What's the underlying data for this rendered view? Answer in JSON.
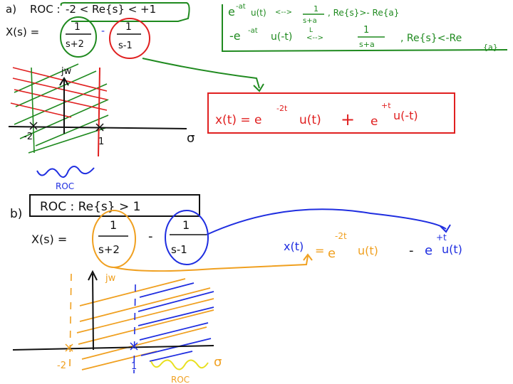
{
  "part_a": {
    "label": "a)",
    "roc_label": "ROC :",
    "roc_condition": "-2 < Re{s} < +1",
    "xs_lhs": "X(s) =",
    "frac1_num": "1",
    "frac1_den": "s+2",
    "frac_op": "-",
    "frac2_num": "1",
    "frac2_den": "s-1",
    "transform1": "e^{-at}u(t) <--> 1/(s+a) , Re{s} > -Re{a}",
    "transform1_lhs": "e",
    "transform1_exp": "-at",
    "transform1_mid": "u(t)",
    "transform1_arrow": "<-->",
    "transform1_num": "1",
    "transform1_den": "s+a",
    "transform1_roc": ", Re{s}>- Re{a}",
    "transform2_lhs": "-e",
    "transform2_exp": "-at",
    "transform2_mid": "u(-t)",
    "transform2_arrow": "<-->",
    "transform2_sym": "L",
    "transform2_num": "1",
    "transform2_den": "s+a",
    "transform2_roc": ", Re{s}<-Re",
    "transform2_roc2": "{a}",
    "axis_jw": "jw",
    "axis_sigma": "σ",
    "tick_neg2": "-2",
    "tick_1": "1",
    "roc_region": "ROC",
    "result_lhs": "x(t) = e",
    "result_exp1": "-2t",
    "result_mid": "u(t)",
    "result_plus": "+",
    "result_e2": "e",
    "result_exp2": "+t",
    "result_end": "u(-t)"
  },
  "part_b": {
    "label": "b)",
    "roc_text": "ROC :  Re{s} > 1",
    "xs_lhs": "X(s) =",
    "frac1_num": "1",
    "frac1_den": "s+2",
    "frac_op": "-",
    "frac2_num": "1",
    "frac2_den": "s-1",
    "result_lhs": "x(t)",
    "result_eq": "=",
    "result_e1": "e",
    "result_exp1": "-2t",
    "result_mid": "u(t)",
    "result_minus": "-",
    "result_e2": "e",
    "result_exp2": "+t",
    "result_end": "u(t)",
    "axis_jw": "jw",
    "axis_sigma": "σ",
    "tick_neg2": "-2",
    "tick_1": "1",
    "roc_region": "ROC"
  },
  "colors": {
    "green": "#1f8a1f",
    "red": "#e02020",
    "blue": "#1f2ee0",
    "orange": "#f0a020",
    "yellow": "#e8e020",
    "black": "#111111"
  }
}
